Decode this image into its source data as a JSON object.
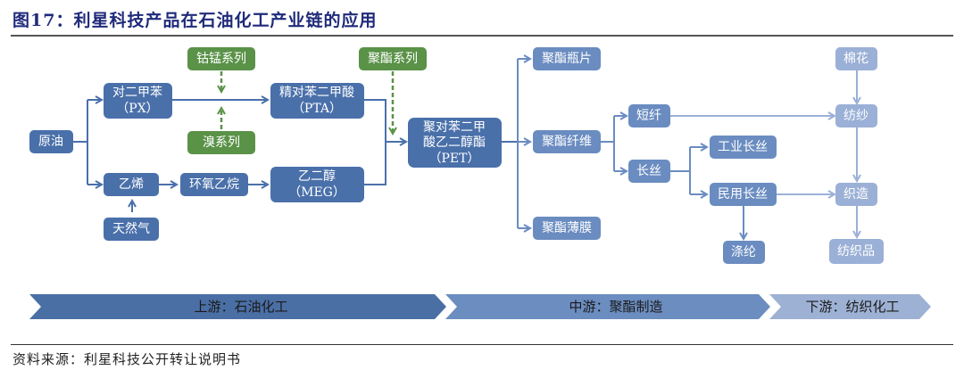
{
  "title": "图17：利星科技产品在石油化工产业链的应用",
  "source": "资料来源：利星科技公开转让说明书",
  "colors": {
    "upstream_node": "#4a70aa",
    "midstream_node": "#6a8cc0",
    "downstream_node": "#9bb0d6",
    "catalyst_node": "#5a9248",
    "upstream_band": "#4a6fa5",
    "midstream_band": "#6b8dc0",
    "downstream_band": "#9db1d4",
    "connector": "#4a70aa",
    "catalyst_connector": "#5a9248"
  },
  "nodes": {
    "crude_oil": "原油",
    "px": [
      "对二甲苯",
      "（PX）"
    ],
    "ethylene": "乙烯",
    "natural_gas": "天然气",
    "ethylene_oxide": "环氧乙烷",
    "pta": [
      "精对苯二甲酸",
      "（PTA）"
    ],
    "meg": [
      "乙二醇",
      "（MEG）"
    ],
    "pet": [
      "聚对苯二甲",
      "酸乙二醇酯",
      "（PET）"
    ],
    "cobalt_manganese_series": "钴锰系列",
    "bromine_series": "溴系列",
    "polyester_series": "聚酯系列",
    "polyester_bottle_chip": "聚酯瓶片",
    "polyester_fiber": "聚酯纤维",
    "polyester_film": "聚酯薄膜",
    "staple_fiber": "短纤",
    "filament": "长丝",
    "industrial_filament": "工业长丝",
    "civil_filament": "民用长丝",
    "dacron": "涤纶",
    "cotton": "棉花",
    "spinning": "纺纱",
    "weaving": "织造",
    "textiles": "纺织品"
  },
  "stages": [
    {
      "label": "上游：石油化工"
    },
    {
      "label": "中游：聚酯制造"
    },
    {
      "label": "下游：纺织化工"
    }
  ]
}
